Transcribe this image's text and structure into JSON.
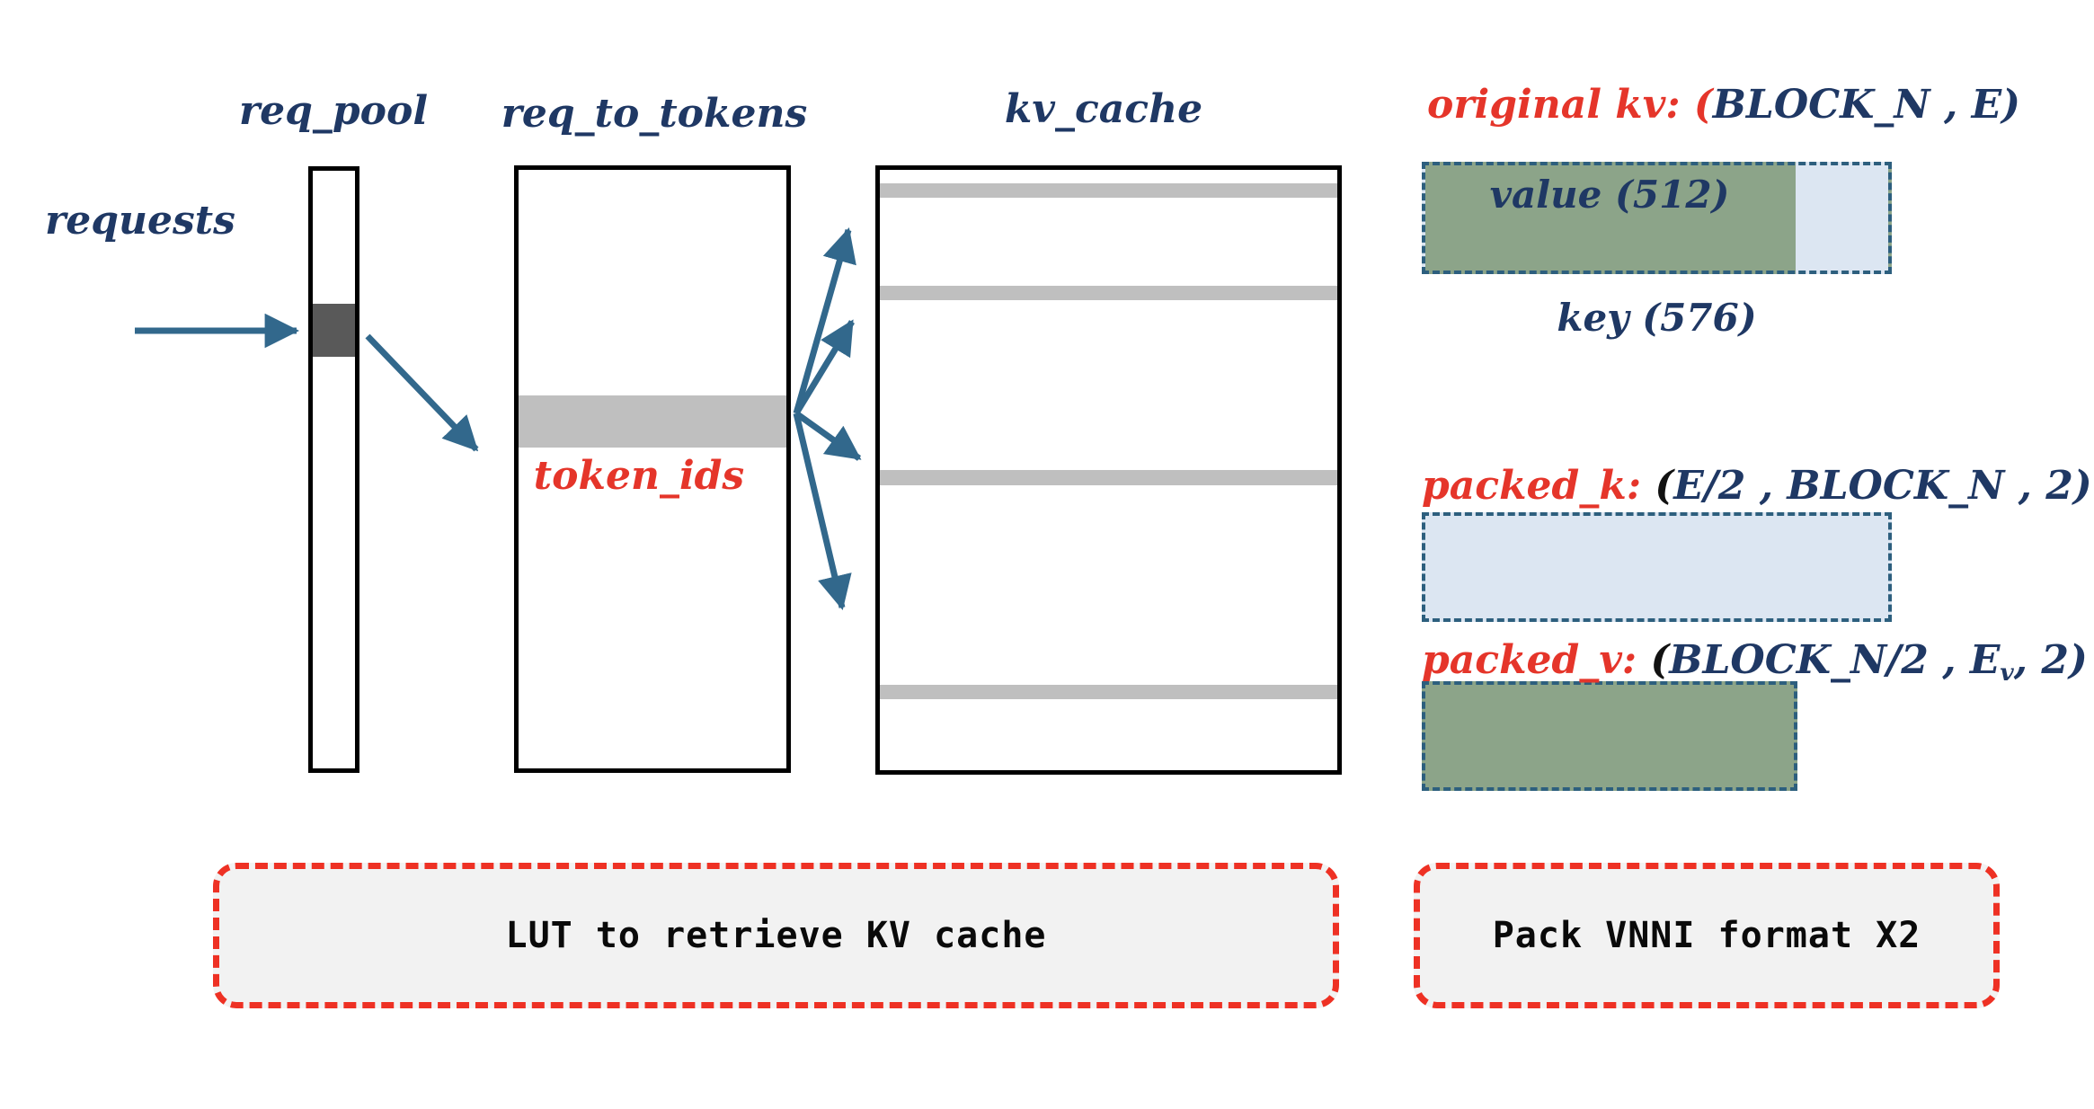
{
  "colors": {
    "navy": "#1f3864",
    "red_text": "#e5352a",
    "red_dash": "#ee3124",
    "steel_blue": "#32688c",
    "teal_dash": "#2d5f7e",
    "green": "#8ca489",
    "light_blue": "#dce6f2",
    "gray_fill": "#bfbfbf",
    "dark_gray": "#595959",
    "callout_fill": "#f2f2f2"
  },
  "left_diagram": {
    "requests_label": "requests",
    "req_pool": {
      "title": "req_pool"
    },
    "req_to_tokens": {
      "title": "req_to_tokens",
      "row_label": "token_ids"
    },
    "kv_cache": {
      "title": "kv_cache"
    }
  },
  "right_diagram": {
    "original_kv": {
      "name": "original kv",
      "colon": ": ",
      "open_paren": "(",
      "dims": "BLOCK_N , E)",
      "value_label": "value (512)",
      "key_label": "key (576)"
    },
    "packed_k": {
      "name": "packed_k",
      "colon": ": ",
      "open_paren": "(",
      "dims": "E/2 , BLOCK_N , 2)"
    },
    "packed_v": {
      "name": "packed_v",
      "colon": ": ",
      "open_paren": "(",
      "dims_pre": "BLOCK_N/2 , E",
      "dims_sub": "v",
      "dims_post": ", 2)"
    }
  },
  "callouts": {
    "lut": "LUT to retrieve KV cache",
    "vnni": "Pack VNNI format X2"
  }
}
